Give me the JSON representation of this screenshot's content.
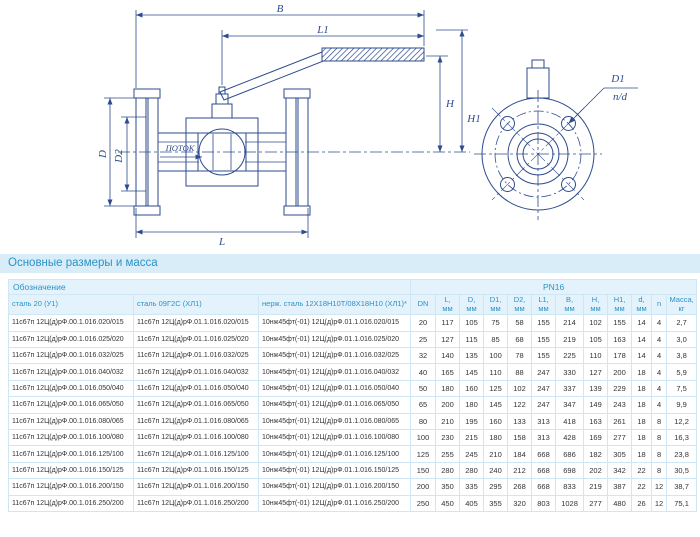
{
  "section_title": "Основные размеры и масса",
  "colors": {
    "accent": "#2a93c9",
    "band_bg": "#d9edf8",
    "drawing_line": "#2d4b8e",
    "table_border": "#cfe6f4"
  },
  "drawing": {
    "dim_B": "B",
    "dim_L1": "L1",
    "dim_H": "H",
    "dim_H1": "H1",
    "dim_D": "D",
    "dim_D2": "D2",
    "dim_L": "L",
    "dim_D1": "D1",
    "dim_nd": "n/d",
    "flow": "ПОТОК"
  },
  "table": {
    "group_headers": {
      "designation": "Обозначение",
      "pn": "PN16"
    },
    "columns": [
      {
        "label": "сталь 20 (У1)"
      },
      {
        "label": "сталь 09Г2С (ХЛ1)"
      },
      {
        "label": "нерж. сталь 12Х18Н10Т/08Х18Н10 (ХЛ1)*"
      },
      {
        "label": "DN"
      },
      {
        "label": "L,",
        "unit": "мм"
      },
      {
        "label": "D,",
        "unit": "мм"
      },
      {
        "label": "D1,",
        "unit": "мм"
      },
      {
        "label": "D2,",
        "unit": "мм"
      },
      {
        "label": "L1,",
        "unit": "мм"
      },
      {
        "label": "B,",
        "unit": "мм"
      },
      {
        "label": "H,",
        "unit": "мм"
      },
      {
        "label": "H1,",
        "unit": "мм"
      },
      {
        "label": "d,",
        "unit": "мм"
      },
      {
        "label": "n"
      },
      {
        "label": "Масса,",
        "unit": "кг"
      }
    ],
    "rows": [
      [
        "11с67п 12Ц(д)рФ.00.1.016.020/015",
        "11с67п 12Ц(д)рФ.01.1.016.020/015",
        "10нж45фт(-01) 12Ц(д)рФ.01.1.016.020/015",
        "20",
        "117",
        "105",
        "75",
        "58",
        "155",
        "214",
        "102",
        "155",
        "14",
        "4",
        "2,7"
      ],
      [
        "11с67п 12Ц(д)рФ.00.1.016.025/020",
        "11с67п 12Ц(д)рФ.01.1.016.025/020",
        "10нж45фт(-01) 12Ц(д)рФ.01.1.016.025/020",
        "25",
        "127",
        "115",
        "85",
        "68",
        "155",
        "219",
        "105",
        "163",
        "14",
        "4",
        "3,0"
      ],
      [
        "11с67п 12Ц(д)рФ.00.1.016.032/025",
        "11с67п 12Ц(д)рФ.01.1.016.032/025",
        "10нж45фт(-01) 12Ц(д)рФ.01.1.016.032/025",
        "32",
        "140",
        "135",
        "100",
        "78",
        "155",
        "225",
        "110",
        "178",
        "14",
        "4",
        "3,8"
      ],
      [
        "11с67п 12Ц(д)рФ.00.1.016.040/032",
        "11с67п 12Ц(д)рФ.01.1.016.040/032",
        "10нж45фт(-01) 12Ц(д)рФ.01.1.016.040/032",
        "40",
        "165",
        "145",
        "110",
        "88",
        "247",
        "330",
        "127",
        "200",
        "18",
        "4",
        "5,9"
      ],
      [
        "11с67п 12Ц(д)рФ.00.1.016.050/040",
        "11с67п 12Ц(д)рФ.01.1.016.050/040",
        "10нж45фт(-01) 12Ц(д)рФ.01.1.016.050/040",
        "50",
        "180",
        "160",
        "125",
        "102",
        "247",
        "337",
        "139",
        "229",
        "18",
        "4",
        "7,5"
      ],
      [
        "11с67п 12Ц(д)рФ.00.1.016.065/050",
        "11с67п 12Ц(д)рФ.01.1.016.065/050",
        "10нж45фт(-01) 12Ц(д)рФ.01.1.016.065/050",
        "65",
        "200",
        "180",
        "145",
        "122",
        "247",
        "347",
        "149",
        "243",
        "18",
        "4",
        "9,9"
      ],
      [
        "11с67п 12Ц(д)рФ.00.1.016.080/065",
        "11с67п 12Ц(д)рФ.01.1.016.080/065",
        "10нж45фт(-01) 12Ц(д)рФ.01.1.016.080/065",
        "80",
        "210",
        "195",
        "160",
        "133",
        "313",
        "418",
        "163",
        "261",
        "18",
        "8",
        "12,2"
      ],
      [
        "11с67п 12Ц(д)рФ.00.1.016.100/080",
        "11с67п 12Ц(д)рФ.01.1.016.100/080",
        "10нж45фт(-01) 12Ц(д)рФ.01.1.016.100/080",
        "100",
        "230",
        "215",
        "180",
        "158",
        "313",
        "428",
        "169",
        "277",
        "18",
        "8",
        "16,3"
      ],
      [
        "11с67п 12Ц(д)рФ.00.1.016.125/100",
        "11с67п 12Ц(д)рФ.01.1.016.125/100",
        "10нж45фт(-01) 12Ц(д)рФ.01.1.016.125/100",
        "125",
        "255",
        "245",
        "210",
        "184",
        "668",
        "686",
        "182",
        "305",
        "18",
        "8",
        "23,8"
      ],
      [
        "11с67п 12Ц(д)рФ.00.1.016.150/125",
        "11с67п 12Ц(д)рФ.01.1.016.150/125",
        "10нж45фт(-01) 12Ц(д)рФ.01.1.016.150/125",
        "150",
        "280",
        "280",
        "240",
        "212",
        "668",
        "698",
        "202",
        "342",
        "22",
        "8",
        "30,5"
      ],
      [
        "11с67п 12Ц(д)рФ.00.1.016.200/150",
        "11с67п 12Ц(д)рФ.01.1.016.200/150",
        "10нж45фт(-01) 12Ц(д)рФ.01.1.016.200/150",
        "200",
        "350",
        "335",
        "295",
        "268",
        "668",
        "833",
        "219",
        "387",
        "22",
        "12",
        "38,7"
      ],
      [
        "11с67п 12Ц(д)рФ.00.1.016.250/200",
        "11с67п 12Ц(д)рФ.01.1.016.250/200",
        "10нж45фт(-01) 12Ц(д)рФ.01.1.016.250/200",
        "250",
        "450",
        "405",
        "355",
        "320",
        "803",
        "1028",
        "277",
        "480",
        "26",
        "12",
        "75,1"
      ]
    ]
  }
}
